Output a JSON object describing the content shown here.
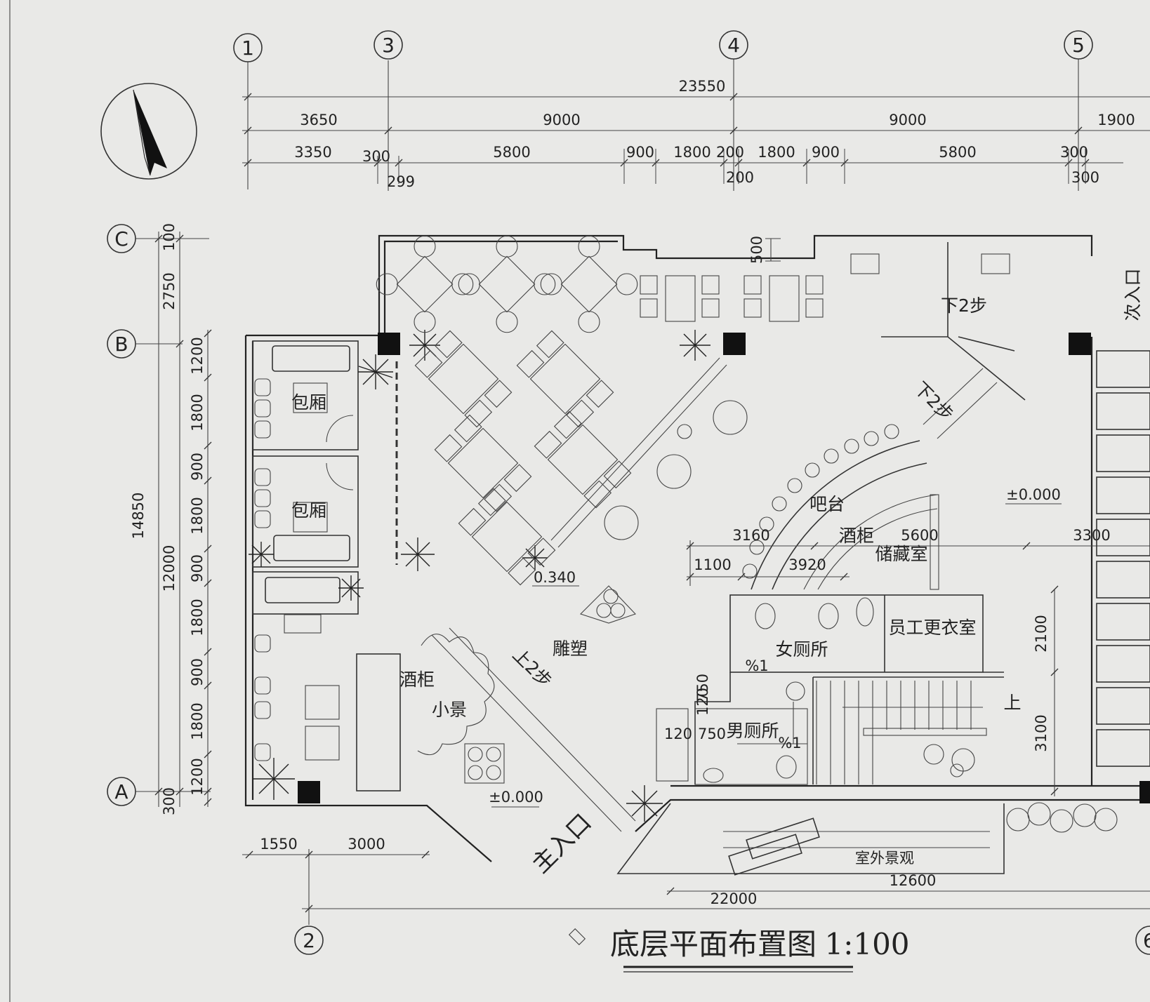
{
  "drawing": {
    "title": "底层平面布置图",
    "scale": "1:100"
  },
  "axes": {
    "top": [
      "1",
      "3",
      "4",
      "5"
    ],
    "bottom": [
      "2",
      "6"
    ],
    "left": [
      "C",
      "B",
      "A"
    ]
  },
  "dimensions": {
    "top_total": "23550",
    "top_row1": [
      "3650",
      "9000",
      "9000",
      "1900"
    ],
    "top_row2": [
      "3350",
      "300",
      "5800",
      "900",
      "1800",
      "200",
      "1800",
      "900",
      "5800",
      "300"
    ],
    "top_row3": [
      "299",
      "200",
      "300"
    ],
    "left_total": "14850",
    "left_sub": "12000",
    "left_top": [
      "100",
      "2750"
    ],
    "left_chain": [
      "1200",
      "1800",
      "900",
      "1800",
      "900",
      "1800",
      "900",
      "1800",
      "1200",
      "300"
    ],
    "bottom_left": [
      "1550",
      "3000"
    ],
    "bottom_total": "22000",
    "bottom_outdoor": "12600",
    "bar": [
      "3160",
      "5600",
      "3300",
      "1100",
      "3920"
    ],
    "right": [
      "2100",
      "3100"
    ],
    "misc": [
      "500",
      "750",
      "120",
      "120",
      "750"
    ]
  },
  "rooms": {
    "private_room_1": "包厢",
    "private_room_2": "包厢",
    "wine_cabinet_left": "酒柜",
    "small_scene": "小景",
    "sculpture": "雕塑",
    "main_entrance": "主入口",
    "bar": "吧台",
    "wine_cabinet_bar": "酒柜",
    "storage": "储藏室",
    "womens_restroom": "女厕所",
    "mens_restroom": "男厕所",
    "staff_locker": "员工更衣室",
    "outdoor_landscape": "室外景观",
    "secondary_entrance": "次入口",
    "stairs_up": "上"
  },
  "annotations": {
    "down_2_steps_a": "下2步",
    "down_2_steps_b": "下2步",
    "up_2_steps": "上2步",
    "level_zero_a": "±0.000",
    "level_zero_b": "±0.000",
    "level_bar": "0.340",
    "slope_a": "%1",
    "slope_b": "%1"
  }
}
